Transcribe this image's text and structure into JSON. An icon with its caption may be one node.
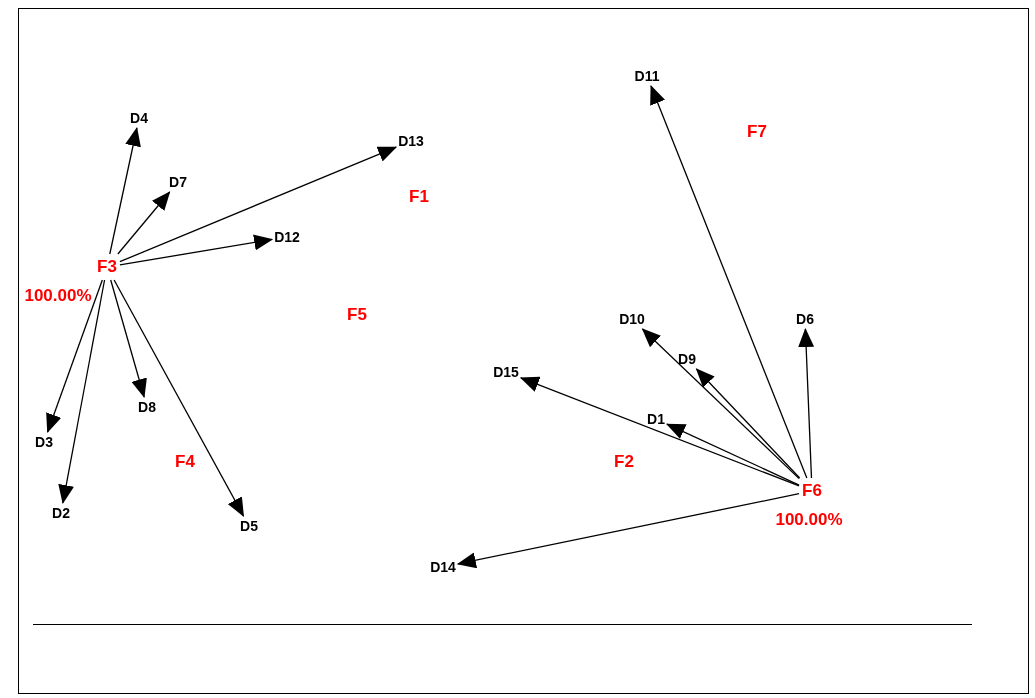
{
  "diagram": {
    "nodes": [
      {
        "text": [
          "F3"
        ],
        "beside": [
          "100.00%"
        ]
      },
      {
        "text": [
          "D4"
        ]
      },
      {
        "text": [
          "D7"
        ]
      },
      {
        "text": [
          "D13"
        ]
      },
      {
        "text": [
          "D12"
        ]
      },
      {
        "text": [
          "D3"
        ]
      },
      {
        "text": [
          "D2"
        ]
      },
      {
        "text": [
          "D8"
        ]
      },
      {
        "text": [
          "D5"
        ]
      },
      {
        "text": [
          "D11"
        ]
      },
      {
        "text": [
          "D10"
        ]
      },
      {
        "text": [
          "D9"
        ]
      },
      {
        "text": [
          "D6"
        ]
      },
      {
        "text": [
          "D15"
        ]
      },
      {
        "text": [
          "D1"
        ]
      },
      {
        "text": [
          "D14"
        ]
      },
      {
        "text": [
          "F6"
        ],
        "beside": [
          "100.00%"
        ]
      }
    ],
    "edges": [
      {
        "from": 0,
        "to": 1,
        "arrow": "to"
      },
      {
        "from": 0,
        "to": 2,
        "arrow": "to"
      },
      {
        "from": 0,
        "to": 3,
        "arrow": "to"
      },
      {
        "from": 0,
        "to": 4,
        "arrow": "to"
      },
      {
        "from": 0,
        "to": 5,
        "arrow": "to"
      },
      {
        "from": 0,
        "to": 6,
        "arrow": "to"
      },
      {
        "from": 0,
        "to": 7,
        "arrow": "to"
      },
      {
        "from": 0,
        "to": 8,
        "arrow": "to"
      },
      {
        "from": 16,
        "to": 9,
        "arrow": "to"
      },
      {
        "from": 16,
        "to": 10,
        "arrow": "to"
      },
      {
        "from": 16,
        "to": 11,
        "arrow": "to"
      },
      {
        "from": 16,
        "to": 12,
        "arrow": "to"
      },
      {
        "from": 16,
        "to": 13,
        "arrow": "to"
      },
      {
        "from": 16,
        "to": 14,
        "arrow": "to"
      },
      {
        "from": 16,
        "to": 15,
        "arrow": "to"
      }
    ],
    "labels": [
      "F7",
      "F1",
      "F5",
      "F4",
      "F2"
    ]
  }
}
